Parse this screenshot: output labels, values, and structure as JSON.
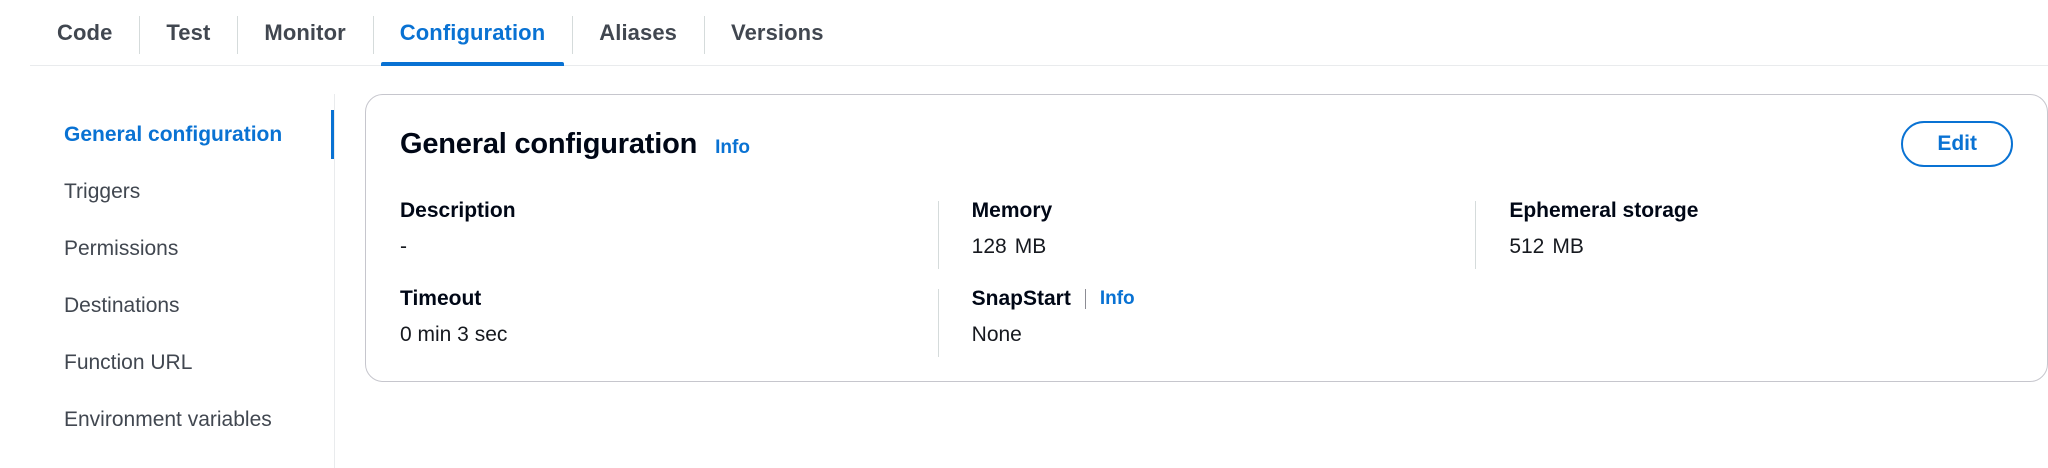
{
  "tabs": [
    {
      "label": "Code",
      "active": false
    },
    {
      "label": "Test",
      "active": false
    },
    {
      "label": "Monitor",
      "active": false
    },
    {
      "label": "Configuration",
      "active": true
    },
    {
      "label": "Aliases",
      "active": false
    },
    {
      "label": "Versions",
      "active": false
    }
  ],
  "sidebar": {
    "items": [
      {
        "label": "General configuration",
        "active": true
      },
      {
        "label": "Triggers",
        "active": false
      },
      {
        "label": "Permissions",
        "active": false
      },
      {
        "label": "Destinations",
        "active": false
      },
      {
        "label": "Function URL",
        "active": false
      },
      {
        "label": "Environment variables",
        "active": false
      }
    ]
  },
  "panel": {
    "title": "General configuration",
    "info_label": "Info",
    "edit_label": "Edit",
    "fields": [
      {
        "label": "Description",
        "value": "-",
        "unit": "",
        "info": "",
        "column": 1,
        "row": 1
      },
      {
        "label": "Memory",
        "value": "128",
        "unit": "MB",
        "info": "",
        "column": 2,
        "row": 1
      },
      {
        "label": "Ephemeral storage",
        "value": "512",
        "unit": "MB",
        "info": "",
        "column": 3,
        "row": 1
      },
      {
        "label": "Timeout",
        "value": "0  min   3  sec",
        "unit": "",
        "info": "",
        "column": 1,
        "row": 2
      },
      {
        "label": "SnapStart",
        "value": "None",
        "unit": "",
        "info": "Info",
        "column": 2,
        "row": 2
      }
    ]
  },
  "colors": {
    "accent": "#0972d3",
    "text": "#16191f",
    "muted": "#414750",
    "border": "#c6c6cd",
    "divider": "#e9ebed"
  }
}
